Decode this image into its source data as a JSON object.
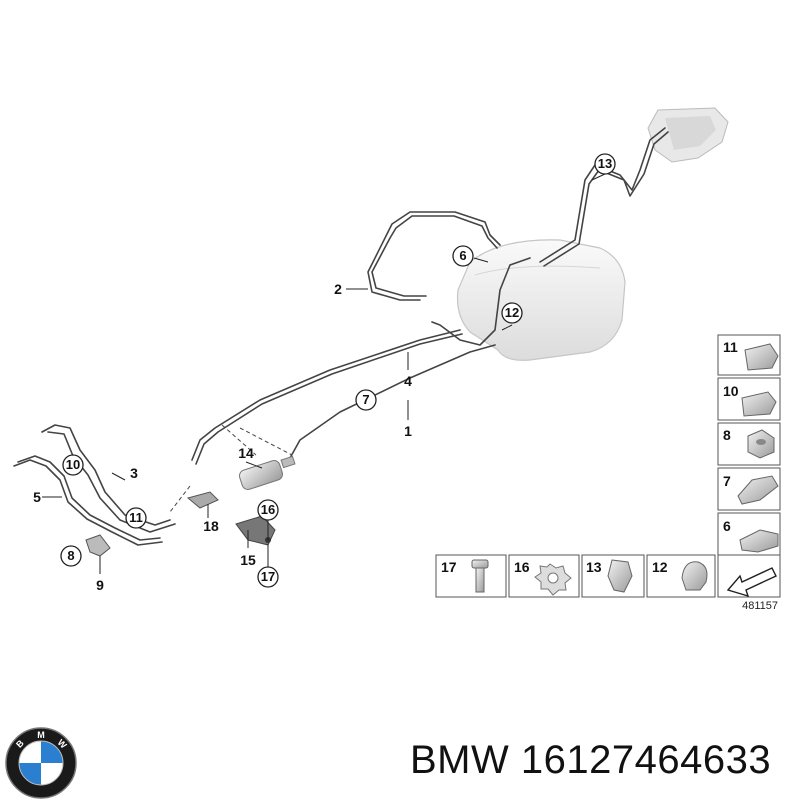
{
  "diagram": {
    "id_label": "481157",
    "callouts": [
      "1",
      "2",
      "3",
      "4",
      "5",
      "6",
      "7",
      "8",
      "9",
      "10",
      "11",
      "12",
      "13",
      "14",
      "15",
      "16",
      "17",
      "18"
    ],
    "legend_right": [
      "11",
      "10",
      "8",
      "7",
      "6"
    ],
    "legend_bottom": [
      "17",
      "16",
      "13",
      "12"
    ]
  },
  "footer": {
    "brand": "BMW",
    "part_number": "16127464633",
    "logo_letters": [
      "B",
      "M",
      "W"
    ]
  },
  "colors": {
    "line": "#444444",
    "tank_fill": "#f1f1f1",
    "logo_blue": "#2a7fd0",
    "logo_ring": "#1a1a1a"
  }
}
